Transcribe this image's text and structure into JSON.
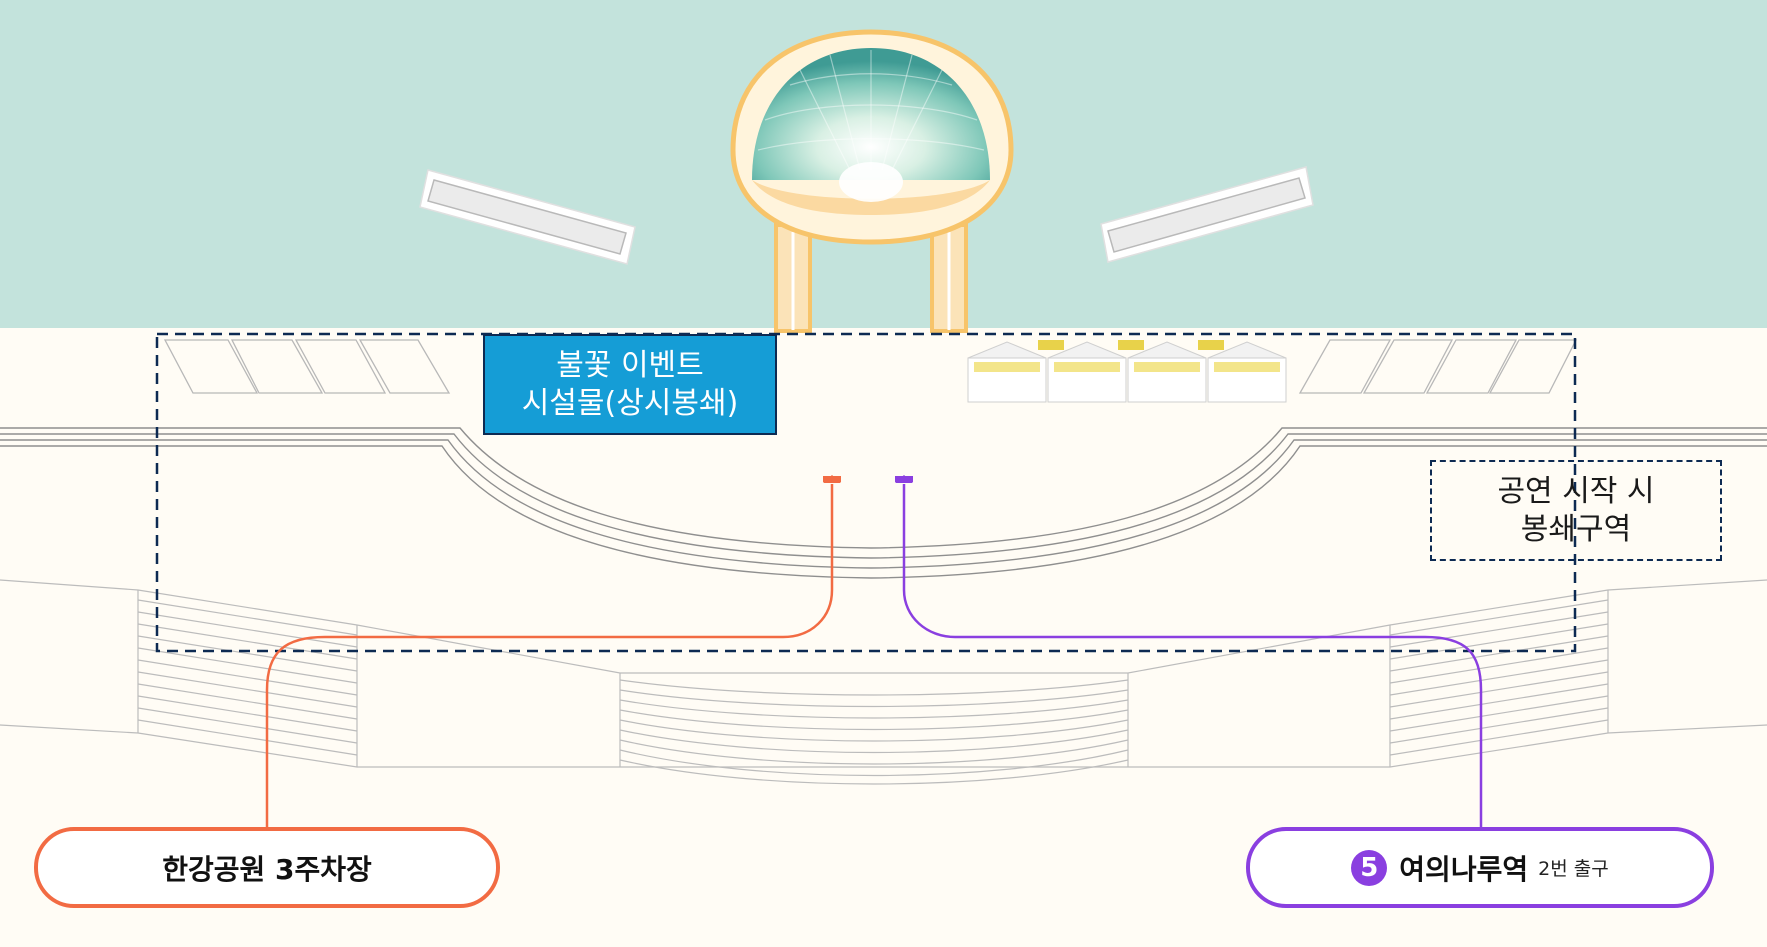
{
  "colors": {
    "water": "#c3e3dc",
    "ground": "#fffcf5",
    "parking_route": "#f26b43",
    "station_route": "#8a3fe0",
    "facility_fill": "#159dd6",
    "dashed_border": "#0d2a52",
    "dome_outline": "#f7c46a"
  },
  "facility_label": {
    "line1": "불꽃 이벤트",
    "line2": "시설물(상시봉쇄)"
  },
  "closure_label": {
    "line1": "공연 시작 시",
    "line2": "봉쇄구역"
  },
  "parking": {
    "label": "한강공원 3주차장",
    "icon": "route-arrow-icon"
  },
  "station": {
    "line_number": "5",
    "name": "여의나루역",
    "exit": "2번 출구",
    "icon": "subway-line-badge-icon"
  }
}
